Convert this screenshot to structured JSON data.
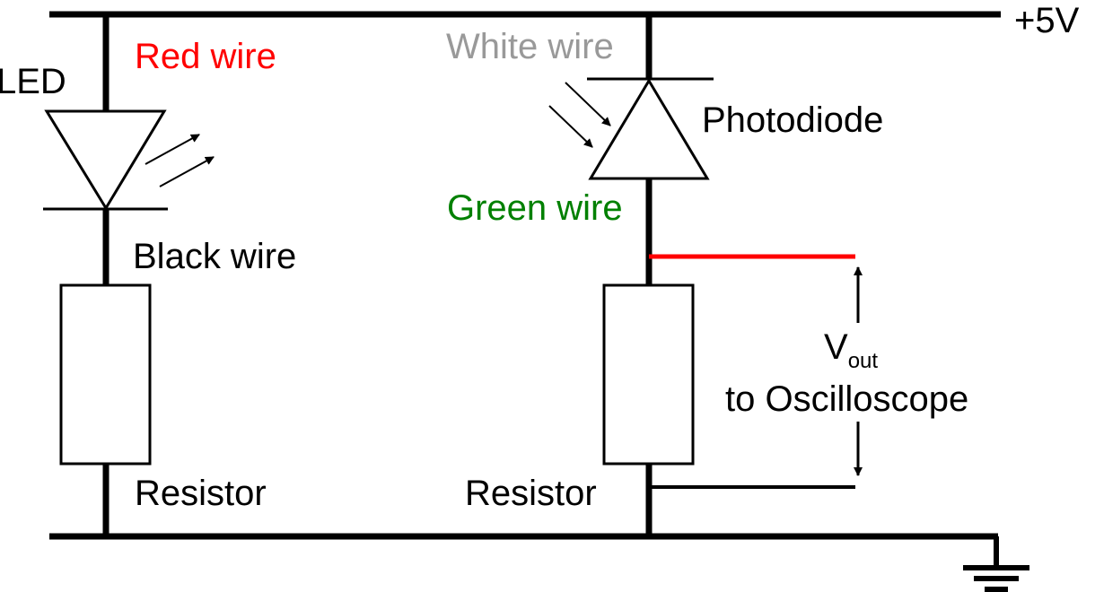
{
  "labels": {
    "supply": "+5V",
    "led": "LED",
    "red_wire": "Red wire",
    "white_wire": "White wire",
    "photodiode": "Photodiode",
    "green_wire": "Green wire",
    "black_wire": "Black wire",
    "resistor_left": "Resistor",
    "resistor_right": "Resistor",
    "vout_main": "V",
    "vout_sub": "out",
    "vout_desc": "to Oscilloscope"
  },
  "colors": {
    "line": "#000000",
    "red_wire": "#ff0000",
    "white_wire": "#999999",
    "green_wire": "#008000",
    "output_line": "#ff0000"
  },
  "icons": [
    "led-symbol",
    "photodiode-symbol",
    "resistor-symbol",
    "ground-symbol",
    "arrow-icon"
  ]
}
